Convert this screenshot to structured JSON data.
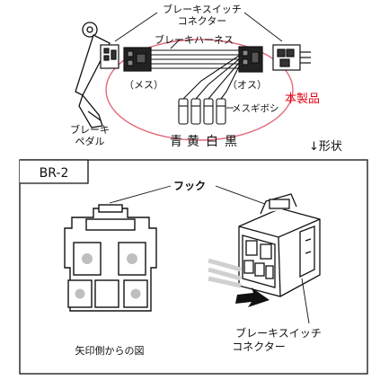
{
  "top_diagram": {
    "switch_connector_label": [
      "ブレーキスイッチ",
      "コネクター"
    ],
    "harness_label": "ブレーキハーネス",
    "female_label": "（メス）",
    "male_label": "（オス）",
    "product_label": "本製品",
    "female_terminal_label": "メスギボシ",
    "pedal_label": [
      "ブレーキ",
      "ペダル"
    ],
    "wire_colors": [
      "青",
      "黄",
      "白",
      "黒"
    ],
    "shape_label": "↓形状",
    "product_color": "#e60012",
    "ellipse_color": "#e2697a"
  },
  "detail_box": {
    "model_label": "BR-2",
    "hook_label": "フック",
    "view_caption": "矢印側からの図",
    "connector_label": [
      "ブレーキスイッチ",
      "コネクター"
    ]
  }
}
